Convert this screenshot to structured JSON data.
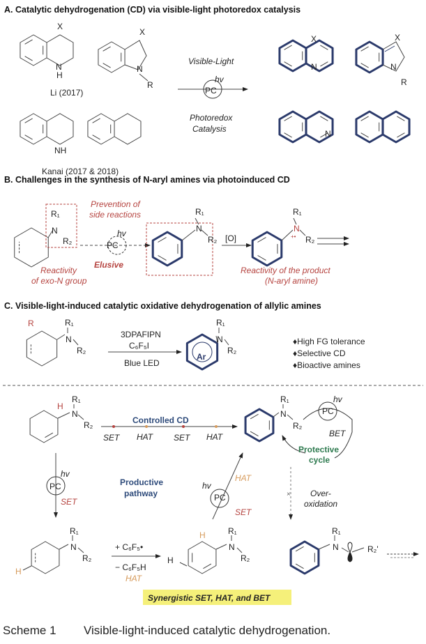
{
  "sectionA": {
    "title": "A. Catalytic dehydrogenation (CD) via visible-light photoredox catalysis",
    "ref1": "Li (2017)",
    "ref2": "Kanai (2017 & 2018)",
    "above_arrow": "Visible-Light",
    "below_arrow_1": "Photoredox",
    "below_arrow_2": "Catalysis",
    "pc": "PC",
    "hv": "hv",
    "x": "X",
    "nh": "NH",
    "h": "H",
    "n": "N",
    "r": "R"
  },
  "sectionB": {
    "title": "B. Challenges in the synthesis of N-aryl amines via photoinduced CD",
    "prevention_1": "Prevention of",
    "prevention_2": "side reactions",
    "elusive": "Elusive",
    "reactivity_1": "Reactivity",
    "reactivity_2": "of exo-N group",
    "oxidant": "[O]",
    "product_1": "Reactivity of the product",
    "product_2": "(N-aryl amine)",
    "r1": "R₁",
    "r2": "R₂",
    "n": "N",
    "pc": "PC",
    "hv": "hv",
    "charge": "+•"
  },
  "sectionC": {
    "title": "C. Visible-light-induced catalytic oxidative dehydrogenation of allylic amines",
    "reagent_1": "3DPAFIPN",
    "reagent_2": "C₆F₅I",
    "condition": "Blue LED",
    "ar": "Ar",
    "r": "R",
    "r1": "R₁",
    "r2": "R₂",
    "r2p": "R₂'",
    "n": "N",
    "h": "H",
    "features": [
      "High FG tolerance",
      "Selective CD",
      "Bioactive amines"
    ],
    "bullet": "♦",
    "controlled_cd": "Controlled CD",
    "steps": [
      "SET",
      "HAT",
      "SET",
      "HAT"
    ],
    "pc": "PC",
    "hv": "hv",
    "set": "SET",
    "hat": "HAT",
    "bet": "BET",
    "protective_1": "Protective",
    "protective_2": "cycle",
    "productive_1": "Productive",
    "productive_2": "pathway",
    "over_1": "Over-",
    "over_2": "oxidation",
    "blocked": "×",
    "plus_radical": "+ C₆F₅•",
    "minus_h": "− C₆F₅H",
    "synergy": "Synergistic SET, HAT, and BET"
  },
  "caption": {
    "label": "Scheme 1",
    "text": "Visible-light-induced catalytic dehydrogenation."
  },
  "colors": {
    "navy": "#2b3a6b",
    "red": "#b5433f",
    "orange": "#d69a5a",
    "green": "#2e7a4f",
    "highlight": "#f5f07a"
  }
}
